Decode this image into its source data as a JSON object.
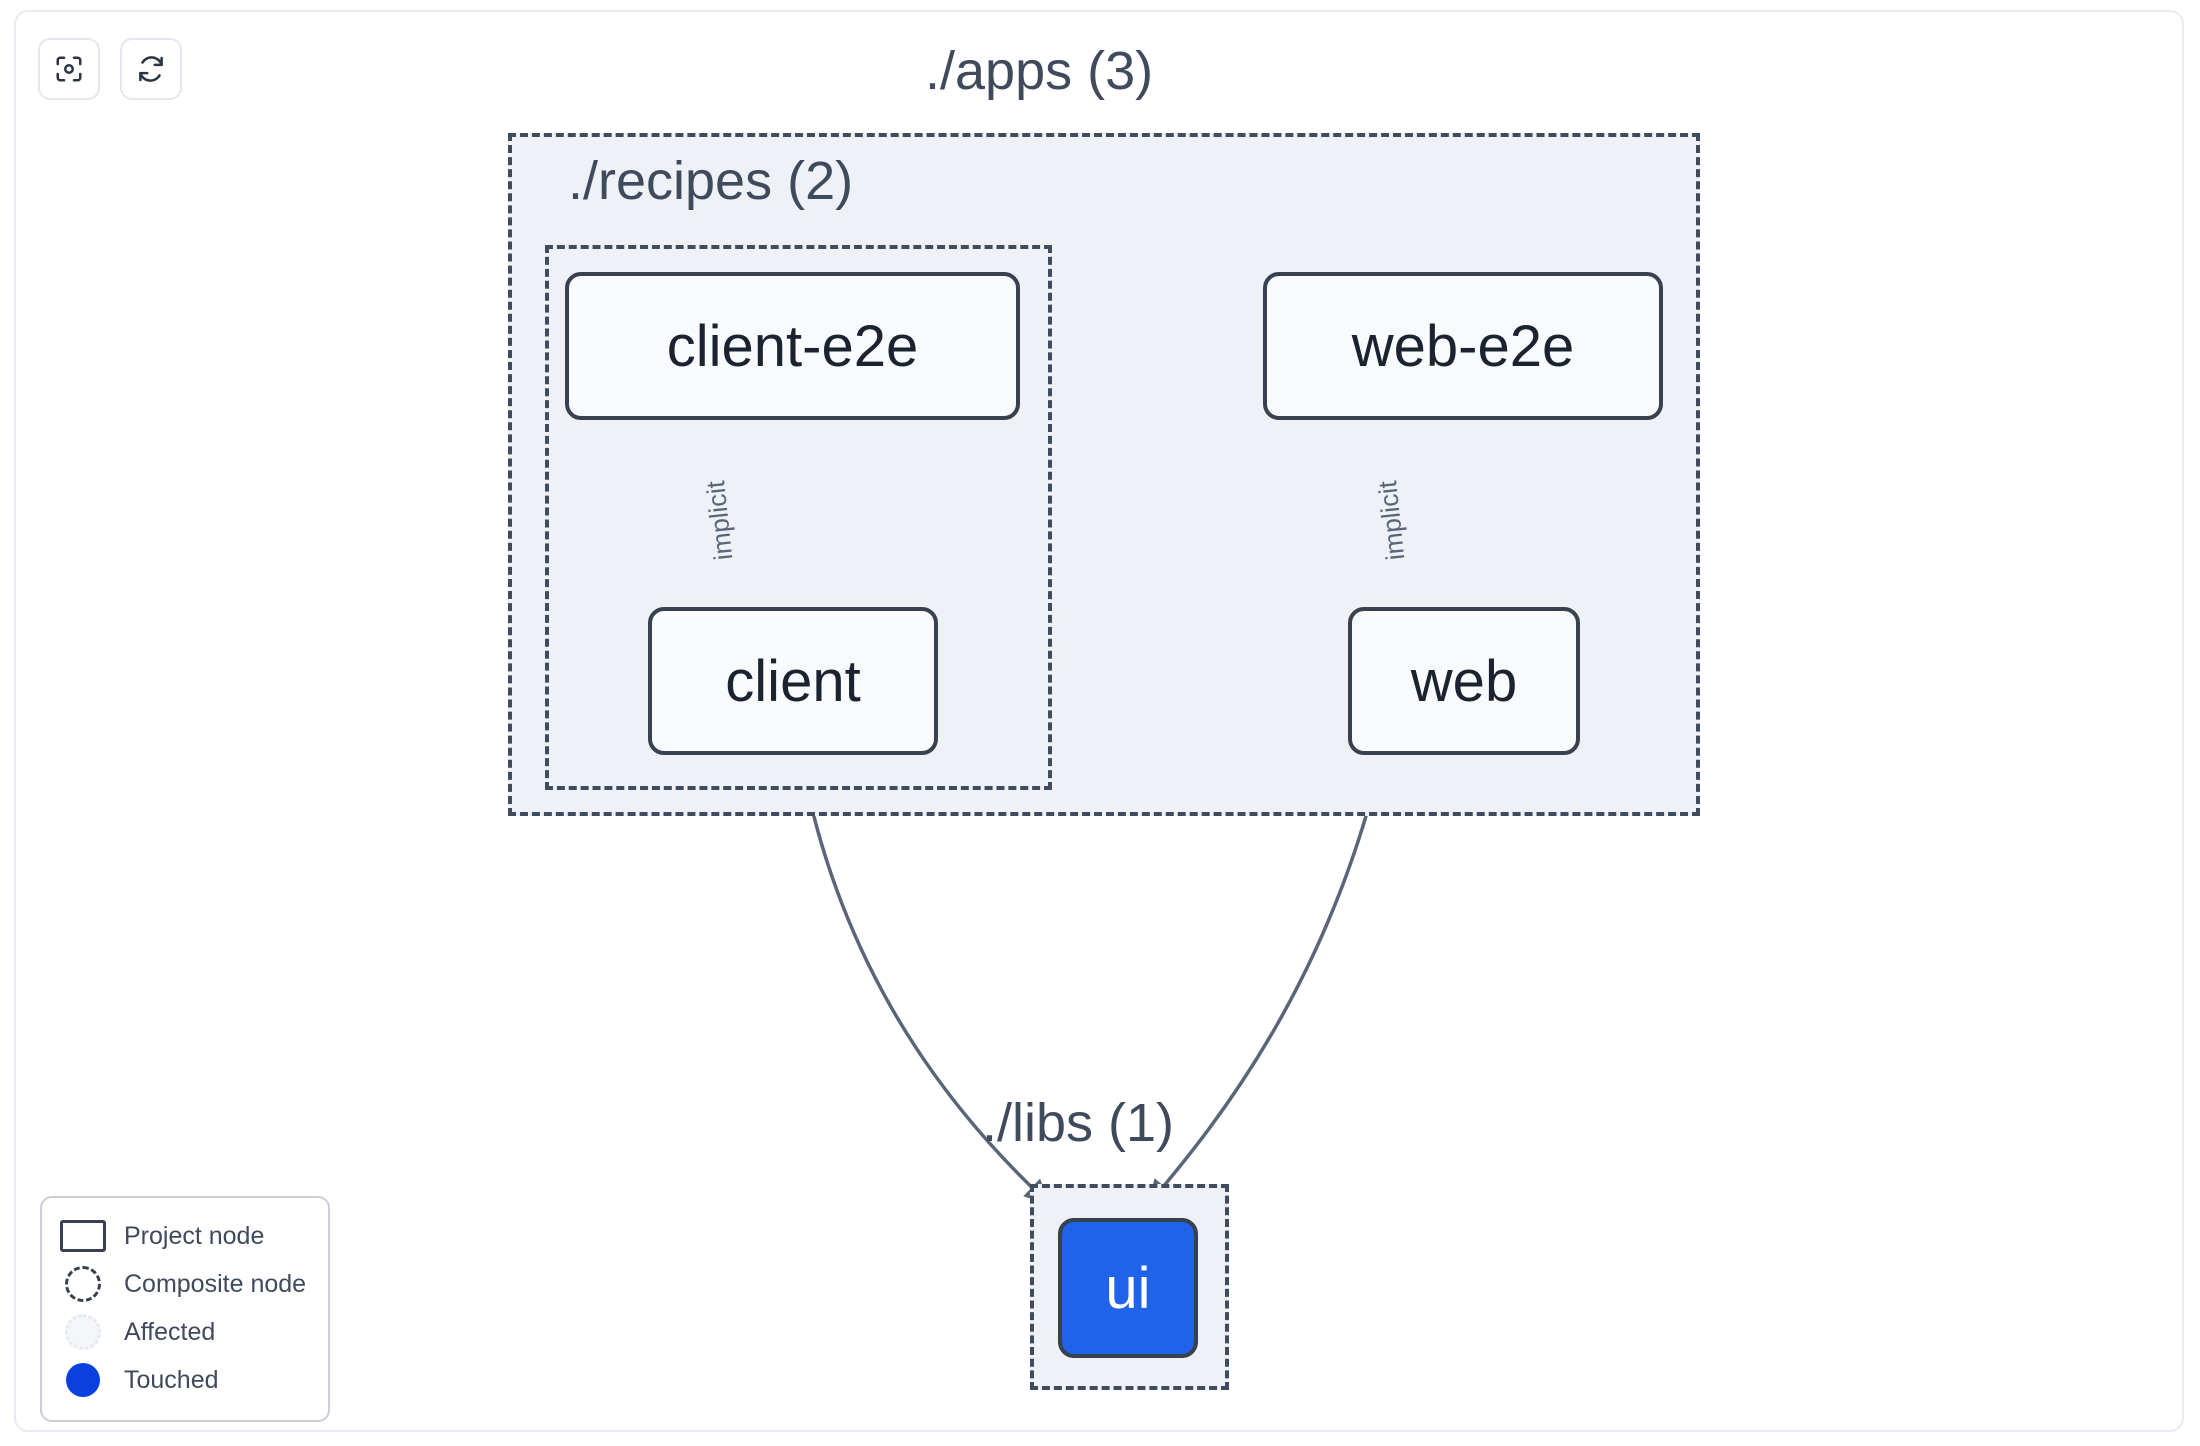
{
  "toolbar": {
    "buttons": [
      {
        "name": "focus-graph-button",
        "icon": "focus-target-icon",
        "title": "Focus graph"
      },
      {
        "name": "refresh-graph-button",
        "icon": "refresh-sync-icon",
        "title": "Refresh graph"
      }
    ]
  },
  "groups": [
    {
      "id": "apps",
      "label": "./apps (3)",
      "count": 3
    },
    {
      "id": "recipes",
      "label": "./recipes (2)",
      "count": 2
    },
    {
      "id": "libs",
      "label": "./libs (1)",
      "count": 1
    }
  ],
  "nodes": [
    {
      "id": "client-e2e",
      "label": "client-e2e",
      "state": "project",
      "group": "recipes"
    },
    {
      "id": "client",
      "label": "client",
      "state": "project",
      "group": "recipes"
    },
    {
      "id": "web-e2e",
      "label": "web-e2e",
      "state": "project",
      "group": "apps"
    },
    {
      "id": "web",
      "label": "web",
      "state": "project",
      "group": "apps"
    },
    {
      "id": "ui",
      "label": "ui",
      "state": "touched",
      "group": "libs"
    }
  ],
  "edges": [
    {
      "from": "client-e2e",
      "to": "client",
      "label": "implicit"
    },
    {
      "from": "web-e2e",
      "to": "web",
      "label": "implicit"
    },
    {
      "from": "client",
      "to": "ui",
      "label": ""
    },
    {
      "from": "web",
      "to": "ui",
      "label": ""
    }
  ],
  "legend": {
    "items": [
      {
        "swatch": "project-node-swatch",
        "label": "Project node"
      },
      {
        "swatch": "composite-node-swatch",
        "label": "Composite node"
      },
      {
        "swatch": "affected-swatch",
        "label": "Affected"
      },
      {
        "swatch": "touched-swatch",
        "label": "Touched"
      }
    ]
  },
  "colors": {
    "touched": "#1f63e8",
    "legend_touched": "#0a3fe0",
    "group_fill": "#eef1f6",
    "group_border": "#414b5e",
    "node_border": "#39404f",
    "node_fill": "#f8fafc",
    "edge": "#5b6578",
    "text": "#3f4a5c"
  }
}
